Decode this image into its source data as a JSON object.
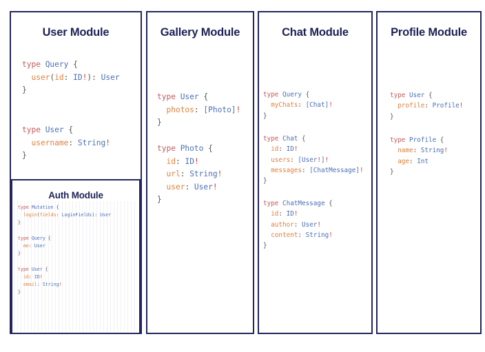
{
  "panels": [
    {
      "id": "user",
      "title": "User Module",
      "blocks": [
        {
          "id": "user-code-1",
          "lines": [
            [
              {
                "t": "type ",
                "c": "kw"
              },
              {
                "t": "Query",
                "c": "tn"
              },
              {
                "t": " {",
                "c": "pn"
              }
            ],
            [
              {
                "t": "  ",
                "c": "pn"
              },
              {
                "t": "user",
                "c": "fld"
              },
              {
                "t": "(",
                "c": "pn"
              },
              {
                "t": "id",
                "c": "fld"
              },
              {
                "t": ": ",
                "c": "pn"
              },
              {
                "t": "ID",
                "c": "tn"
              },
              {
                "t": "!",
                "c": "bang"
              },
              {
                "t": "): ",
                "c": "pn"
              },
              {
                "t": "User",
                "c": "tn"
              }
            ],
            [
              {
                "t": "}",
                "c": "pn"
              }
            ]
          ]
        },
        {
          "id": "user-code-2",
          "lines": [
            [
              {
                "t": "type ",
                "c": "kw"
              },
              {
                "t": "User",
                "c": "tn"
              },
              {
                "t": " {",
                "c": "pn"
              }
            ],
            [
              {
                "t": "  ",
                "c": "pn"
              },
              {
                "t": "username",
                "c": "fld"
              },
              {
                "t": ": ",
                "c": "pn"
              },
              {
                "t": "String",
                "c": "tn"
              },
              {
                "t": "!",
                "c": "bang"
              }
            ],
            [
              {
                "t": "}",
                "c": "pn"
              }
            ]
          ]
        }
      ],
      "subpanel": {
        "id": "auth",
        "title": "Auth Module",
        "blocks": [
          {
            "id": "auth-code",
            "lines": [
              [
                {
                  "t": "type ",
                  "c": "kw"
                },
                {
                  "t": "Mutation",
                  "c": "tn"
                },
                {
                  "t": " {",
                  "c": "pn"
                }
              ],
              [
                {
                  "t": "  ",
                  "c": "pn"
                },
                {
                  "t": "login",
                  "c": "fld"
                },
                {
                  "t": "(",
                  "c": "pn"
                },
                {
                  "t": "fields",
                  "c": "fld"
                },
                {
                  "t": ": ",
                  "c": "pn"
                },
                {
                  "t": "LoginFields",
                  "c": "tn"
                },
                {
                  "t": "): ",
                  "c": "pn"
                },
                {
                  "t": "User",
                  "c": "tn"
                }
              ],
              [
                {
                  "t": "}",
                  "c": "pn"
                }
              ],
              [
                {
                  "t": "",
                  "c": "pn"
                }
              ],
              [
                {
                  "t": "type ",
                  "c": "kw"
                },
                {
                  "t": "Query",
                  "c": "tn"
                },
                {
                  "t": " {",
                  "c": "pn"
                }
              ],
              [
                {
                  "t": "  ",
                  "c": "pn"
                },
                {
                  "t": "me",
                  "c": "fld"
                },
                {
                  "t": ": ",
                  "c": "pn"
                },
                {
                  "t": "User",
                  "c": "tn"
                }
              ],
              [
                {
                  "t": "}",
                  "c": "pn"
                }
              ],
              [
                {
                  "t": "",
                  "c": "pn"
                }
              ],
              [
                {
                  "t": "type ",
                  "c": "kw"
                },
                {
                  "t": "User",
                  "c": "tn"
                },
                {
                  "t": " {",
                  "c": "pn"
                }
              ],
              [
                {
                  "t": "  ",
                  "c": "pn"
                },
                {
                  "t": "id",
                  "c": "fld"
                },
                {
                  "t": ": ",
                  "c": "pn"
                },
                {
                  "t": "ID",
                  "c": "tn"
                },
                {
                  "t": "!",
                  "c": "bang"
                }
              ],
              [
                {
                  "t": "  ",
                  "c": "pn"
                },
                {
                  "t": "email",
                  "c": "fld"
                },
                {
                  "t": ": ",
                  "c": "pn"
                },
                {
                  "t": "String",
                  "c": "tn"
                },
                {
                  "t": "!",
                  "c": "bang"
                }
              ],
              [
                {
                  "t": "}",
                  "c": "pn"
                }
              ]
            ]
          }
        ]
      }
    },
    {
      "id": "gallery",
      "title": "Gallery Module",
      "blocks": [
        {
          "id": "gal-code-1",
          "lines": [
            [
              {
                "t": "type ",
                "c": "kw"
              },
              {
                "t": "User",
                "c": "tn"
              },
              {
                "t": " {",
                "c": "pn"
              }
            ],
            [
              {
                "t": "  ",
                "c": "pn"
              },
              {
                "t": "photos",
                "c": "fld"
              },
              {
                "t": ": ",
                "c": "pn"
              },
              {
                "t": "[Photo]",
                "c": "tn"
              },
              {
                "t": "!",
                "c": "bang"
              }
            ],
            [
              {
                "t": "}",
                "c": "pn"
              }
            ]
          ]
        },
        {
          "id": "gal-code-2",
          "lines": [
            [
              {
                "t": "type ",
                "c": "kw"
              },
              {
                "t": "Photo",
                "c": "tn"
              },
              {
                "t": " {",
                "c": "pn"
              }
            ],
            [
              {
                "t": "  ",
                "c": "pn"
              },
              {
                "t": "id",
                "c": "fld"
              },
              {
                "t": ": ",
                "c": "pn"
              },
              {
                "t": "ID",
                "c": "tn"
              },
              {
                "t": "!",
                "c": "bang"
              }
            ],
            [
              {
                "t": "  ",
                "c": "pn"
              },
              {
                "t": "url",
                "c": "fld"
              },
              {
                "t": ": ",
                "c": "pn"
              },
              {
                "t": "String",
                "c": "tn"
              },
              {
                "t": "!",
                "c": "bang"
              }
            ],
            [
              {
                "t": "  ",
                "c": "pn"
              },
              {
                "t": "user",
                "c": "fld"
              },
              {
                "t": ": ",
                "c": "pn"
              },
              {
                "t": "User",
                "c": "tn"
              },
              {
                "t": "!",
                "c": "bang"
              }
            ],
            [
              {
                "t": "}",
                "c": "pn"
              }
            ]
          ]
        }
      ]
    },
    {
      "id": "chat",
      "title": "Chat Module",
      "blocks": [
        {
          "id": "chat-code-1",
          "lines": [
            [
              {
                "t": "type ",
                "c": "kw"
              },
              {
                "t": "Query",
                "c": "tn"
              },
              {
                "t": " {",
                "c": "pn"
              }
            ],
            [
              {
                "t": "  ",
                "c": "pn"
              },
              {
                "t": "myChats",
                "c": "fld"
              },
              {
                "t": ": ",
                "c": "pn"
              },
              {
                "t": "[Chat]",
                "c": "tn"
              },
              {
                "t": "!",
                "c": "bang"
              }
            ],
            [
              {
                "t": "}",
                "c": "pn"
              }
            ]
          ]
        },
        {
          "id": "chat-code-2",
          "lines": [
            [
              {
                "t": "type ",
                "c": "kw"
              },
              {
                "t": "Chat",
                "c": "tn"
              },
              {
                "t": " {",
                "c": "pn"
              }
            ],
            [
              {
                "t": "  ",
                "c": "pn"
              },
              {
                "t": "id",
                "c": "fld"
              },
              {
                "t": ": ",
                "c": "pn"
              },
              {
                "t": "ID",
                "c": "tn"
              },
              {
                "t": "!",
                "c": "bang"
              }
            ],
            [
              {
                "t": "  ",
                "c": "pn"
              },
              {
                "t": "users",
                "c": "fld"
              },
              {
                "t": ": ",
                "c": "pn"
              },
              {
                "t": "[User",
                "c": "tn"
              },
              {
                "t": "!",
                "c": "bang"
              },
              {
                "t": "]",
                "c": "tn"
              },
              {
                "t": "!",
                "c": "bang"
              }
            ],
            [
              {
                "t": "  ",
                "c": "pn"
              },
              {
                "t": "messages",
                "c": "fld"
              },
              {
                "t": ": ",
                "c": "pn"
              },
              {
                "t": "[ChatMessage]",
                "c": "tn"
              },
              {
                "t": "!",
                "c": "bang"
              }
            ],
            [
              {
                "t": "}",
                "c": "pn"
              }
            ]
          ]
        },
        {
          "id": "chat-code-3",
          "lines": [
            [
              {
                "t": "type ",
                "c": "kw"
              },
              {
                "t": "ChatMessage",
                "c": "tn"
              },
              {
                "t": " {",
                "c": "pn"
              }
            ],
            [
              {
                "t": "  ",
                "c": "pn"
              },
              {
                "t": "id",
                "c": "fld"
              },
              {
                "t": ": ",
                "c": "pn"
              },
              {
                "t": "ID",
                "c": "tn"
              },
              {
                "t": "!",
                "c": "bang"
              }
            ],
            [
              {
                "t": "  ",
                "c": "pn"
              },
              {
                "t": "author",
                "c": "fld"
              },
              {
                "t": ": ",
                "c": "pn"
              },
              {
                "t": "User",
                "c": "tn"
              },
              {
                "t": "!",
                "c": "bang"
              }
            ],
            [
              {
                "t": "  ",
                "c": "pn"
              },
              {
                "t": "content",
                "c": "fld"
              },
              {
                "t": ": ",
                "c": "pn"
              },
              {
                "t": "String",
                "c": "tn"
              },
              {
                "t": "!",
                "c": "bang"
              }
            ],
            [
              {
                "t": "}",
                "c": "pn"
              }
            ]
          ]
        }
      ]
    },
    {
      "id": "profile",
      "title": "Profile Module",
      "blocks": [
        {
          "id": "prof-code-1",
          "lines": [
            [
              {
                "t": "type ",
                "c": "kw"
              },
              {
                "t": "User",
                "c": "tn"
              },
              {
                "t": " {",
                "c": "pn"
              }
            ],
            [
              {
                "t": "  ",
                "c": "pn"
              },
              {
                "t": "profile",
                "c": "fld"
              },
              {
                "t": ": ",
                "c": "pn"
              },
              {
                "t": "Profile",
                "c": "tn"
              },
              {
                "t": "!",
                "c": "bang"
              }
            ],
            [
              {
                "t": "}",
                "c": "pn"
              }
            ]
          ]
        },
        {
          "id": "prof-code-2",
          "lines": [
            [
              {
                "t": "type ",
                "c": "kw"
              },
              {
                "t": "Profile",
                "c": "tn"
              },
              {
                "t": " {",
                "c": "pn"
              }
            ],
            [
              {
                "t": "  ",
                "c": "pn"
              },
              {
                "t": "name",
                "c": "fld"
              },
              {
                "t": ": ",
                "c": "pn"
              },
              {
                "t": "String",
                "c": "tn"
              },
              {
                "t": "!",
                "c": "bang"
              }
            ],
            [
              {
                "t": "  ",
                "c": "pn"
              },
              {
                "t": "age",
                "c": "fld"
              },
              {
                "t": ": ",
                "c": "pn"
              },
              {
                "t": "Int",
                "c": "tn"
              }
            ],
            [
              {
                "t": "}",
                "c": "pn"
              }
            ]
          ]
        }
      ]
    }
  ],
  "colors": {
    "border": "#22245c",
    "title": "#1d2256",
    "keyword": "#c25b5b",
    "typename": "#4a6fb5",
    "field": "#e0803c",
    "bang": "#d0392b",
    "punctuation": "#555555",
    "background": "#ffffff"
  }
}
